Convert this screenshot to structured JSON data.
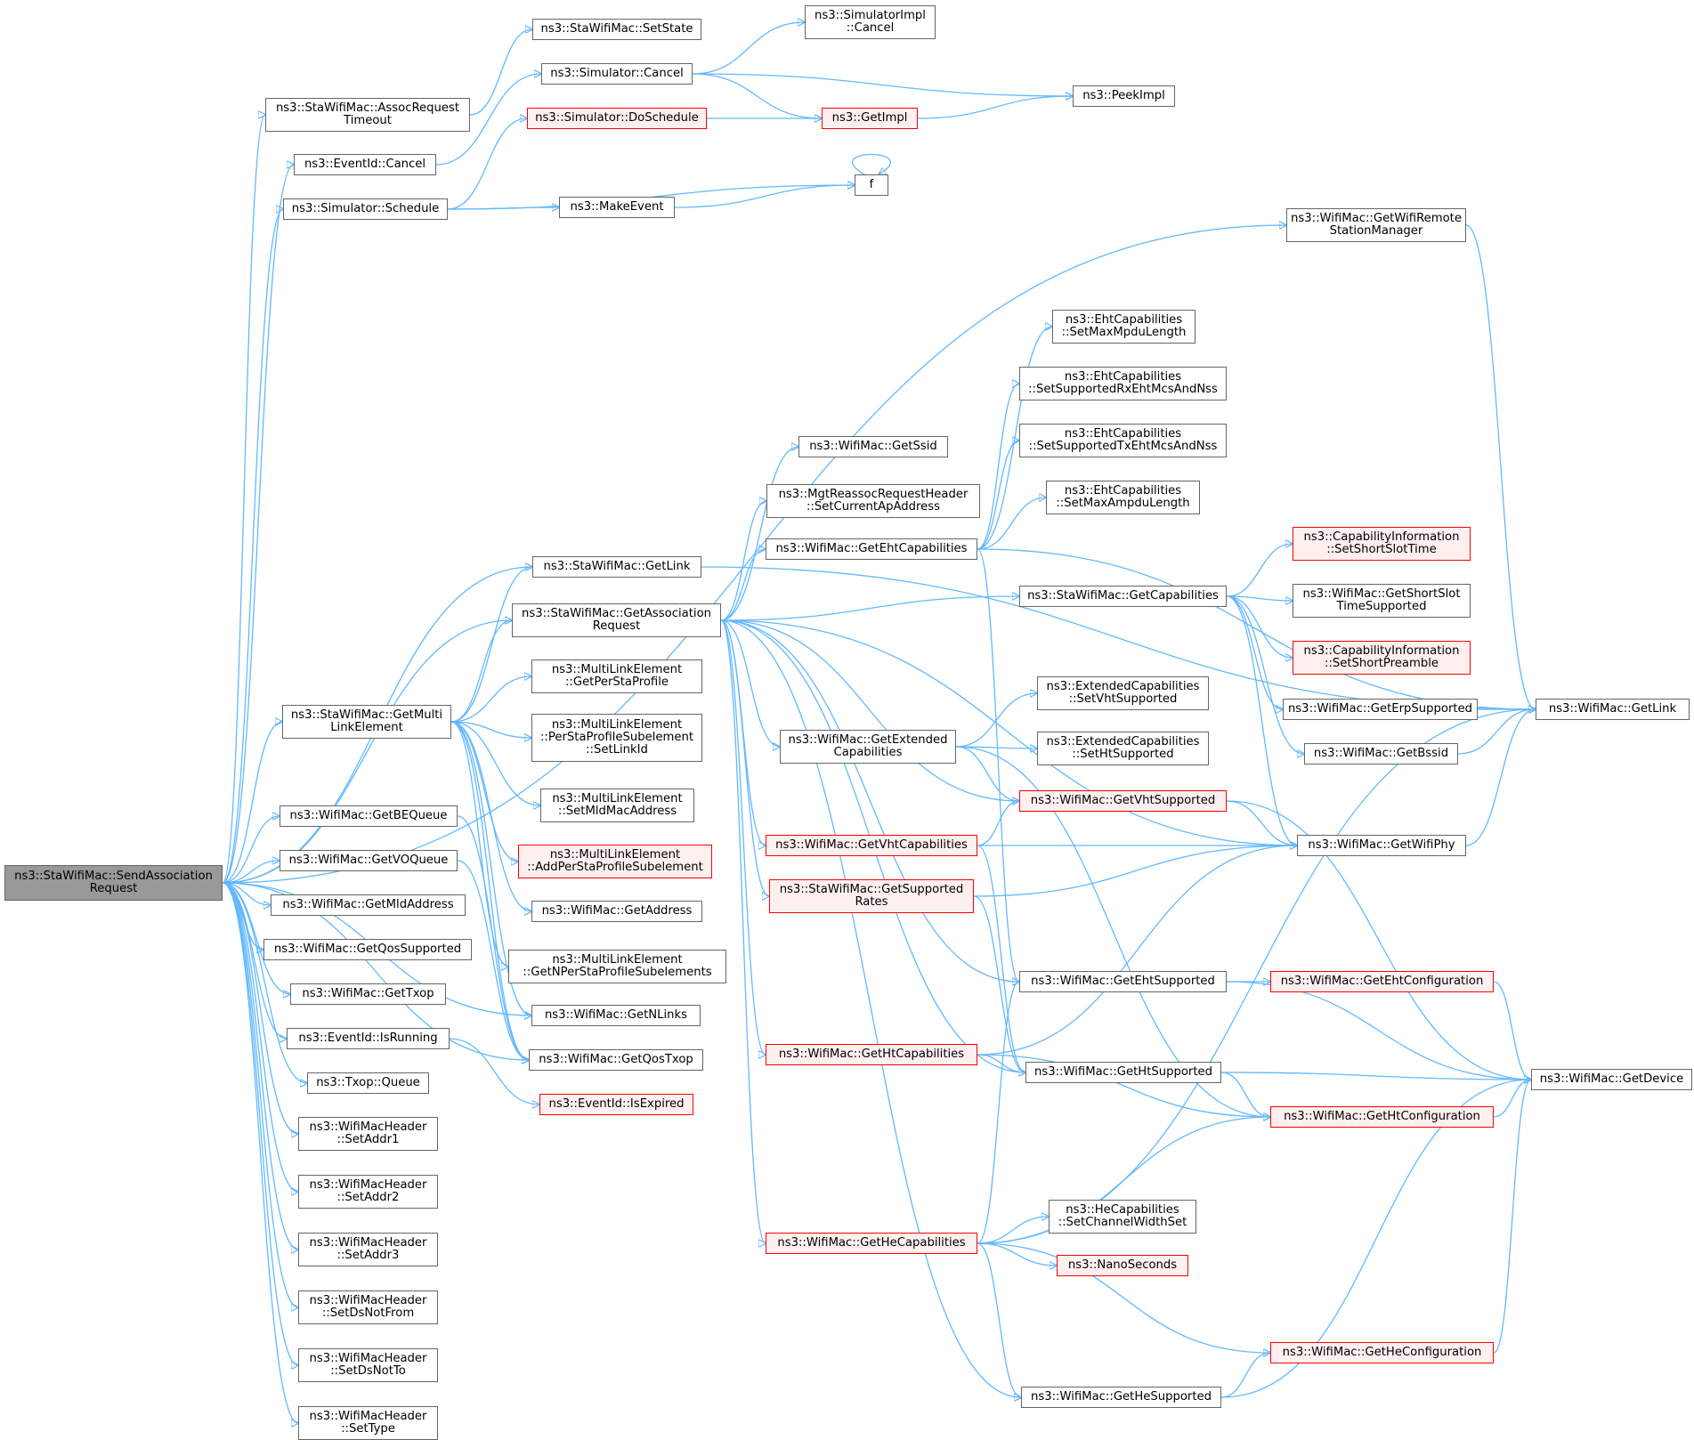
{
  "diagram": {
    "root": "n0",
    "nodes": [
      {
        "id": "n0",
        "lines": [
          "ns3::StaWifiMac::SendAssociation",
          "Request"
        ],
        "style": "root"
      },
      {
        "id": "n1",
        "lines": [
          "ns3::StaWifiMac::AssocRequest",
          "Timeout"
        ],
        "style": "normal"
      },
      {
        "id": "n2",
        "lines": [
          "ns3::EventId::Cancel"
        ],
        "style": "normal"
      },
      {
        "id": "n3",
        "lines": [
          "ns3::Simulator::Schedule"
        ],
        "style": "normal"
      },
      {
        "id": "n4",
        "lines": [
          "ns3::StaWifiMac::GetLink"
        ],
        "style": "normal"
      },
      {
        "id": "n5",
        "lines": [
          "ns3::StaWifiMac::GetAssociation",
          "Request"
        ],
        "style": "normal"
      },
      {
        "id": "n6",
        "lines": [
          "ns3::StaWifiMac::GetMulti",
          "LinkElement"
        ],
        "style": "normal"
      },
      {
        "id": "n7",
        "lines": [
          "ns3::WifiMac::GetBEQueue"
        ],
        "style": "normal"
      },
      {
        "id": "n8",
        "lines": [
          "ns3::WifiMac::GetVOQueue"
        ],
        "style": "normal"
      },
      {
        "id": "n9",
        "lines": [
          "ns3::WifiMac::GetMldAddress"
        ],
        "style": "normal"
      },
      {
        "id": "n10",
        "lines": [
          "ns3::WifiMac::GetQosSupported"
        ],
        "style": "normal"
      },
      {
        "id": "n11",
        "lines": [
          "ns3::WifiMac::GetTxop"
        ],
        "style": "normal"
      },
      {
        "id": "n12",
        "lines": [
          "ns3::EventId::IsRunning"
        ],
        "style": "normal"
      },
      {
        "id": "n13",
        "lines": [
          "ns3::Txop::Queue"
        ],
        "style": "normal"
      },
      {
        "id": "n14",
        "lines": [
          "ns3::WifiMacHeader",
          "::SetAddr1"
        ],
        "style": "normal"
      },
      {
        "id": "n15",
        "lines": [
          "ns3::WifiMacHeader",
          "::SetAddr2"
        ],
        "style": "normal"
      },
      {
        "id": "n16",
        "lines": [
          "ns3::WifiMacHeader",
          "::SetAddr3"
        ],
        "style": "normal"
      },
      {
        "id": "n17",
        "lines": [
          "ns3::WifiMacHeader",
          "::SetDsNotFrom"
        ],
        "style": "normal"
      },
      {
        "id": "n18",
        "lines": [
          "ns3::WifiMacHeader",
          "::SetDsNotTo"
        ],
        "style": "normal"
      },
      {
        "id": "n19",
        "lines": [
          "ns3::WifiMacHeader",
          "::SetType"
        ],
        "style": "normal"
      },
      {
        "id": "n20",
        "lines": [
          "ns3::StaWifiMac::SetState"
        ],
        "style": "normal"
      },
      {
        "id": "n21",
        "lines": [
          "ns3::Simulator::Cancel"
        ],
        "style": "normal"
      },
      {
        "id": "n22",
        "lines": [
          "ns3::Simulator::DoSchedule"
        ],
        "style": "red"
      },
      {
        "id": "n23",
        "lines": [
          "ns3::MakeEvent"
        ],
        "style": "normal"
      },
      {
        "id": "n24",
        "lines": [
          "ns3::SimulatorImpl",
          "::Cancel"
        ],
        "style": "normal"
      },
      {
        "id": "n25",
        "lines": [
          "ns3::GetImpl"
        ],
        "style": "red"
      },
      {
        "id": "n26",
        "lines": [
          "f"
        ],
        "style": "normal"
      },
      {
        "id": "n27",
        "lines": [
          "ns3::PeekImpl"
        ],
        "style": "normal"
      },
      {
        "id": "n28",
        "lines": [
          "ns3::WifiMac::GetWifiRemote",
          "StationManager"
        ],
        "style": "normal"
      },
      {
        "id": "n29",
        "lines": [
          "ns3::WifiMac::GetLink"
        ],
        "style": "normal"
      },
      {
        "id": "n30",
        "lines": [
          "ns3::WifiMac::GetSsid"
        ],
        "style": "normal"
      },
      {
        "id": "n31",
        "lines": [
          "ns3::MgtReassocRequestHeader",
          "::SetCurrentApAddress"
        ],
        "style": "normal"
      },
      {
        "id": "n32",
        "lines": [
          "ns3::WifiMac::GetEhtCapabilities"
        ],
        "style": "normal"
      },
      {
        "id": "n33",
        "lines": [
          "ns3::EhtCapabilities",
          "::SetMaxMpduLength"
        ],
        "style": "normal"
      },
      {
        "id": "n34",
        "lines": [
          "ns3::EhtCapabilities",
          "::SetSupportedRxEhtMcsAndNss"
        ],
        "style": "normal"
      },
      {
        "id": "n35",
        "lines": [
          "ns3::EhtCapabilities",
          "::SetSupportedTxEhtMcsAndNss"
        ],
        "style": "normal"
      },
      {
        "id": "n36",
        "lines": [
          "ns3::EhtCapabilities",
          "::SetMaxAmpduLength"
        ],
        "style": "normal"
      },
      {
        "id": "n37",
        "lines": [
          "ns3::StaWifiMac::GetCapabilities"
        ],
        "style": "normal"
      },
      {
        "id": "n38",
        "lines": [
          "ns3::CapabilityInformation",
          "::SetShortSlotTime"
        ],
        "style": "red"
      },
      {
        "id": "n39",
        "lines": [
          "ns3::WifiMac::GetShortSlot",
          "TimeSupported"
        ],
        "style": "normal"
      },
      {
        "id": "n40",
        "lines": [
          "ns3::CapabilityInformation",
          "::SetShortPreamble"
        ],
        "style": "red"
      },
      {
        "id": "n41",
        "lines": [
          "ns3::WifiMac::GetErpSupported"
        ],
        "style": "normal"
      },
      {
        "id": "n42",
        "lines": [
          "ns3::WifiMac::GetBssid"
        ],
        "style": "normal"
      },
      {
        "id": "n43",
        "lines": [
          "ns3::MultiLinkElement",
          "::GetPerStaProfile"
        ],
        "style": "normal"
      },
      {
        "id": "n44",
        "lines": [
          "ns3::MultiLinkElement",
          "::PerStaProfileSubelement",
          "::SetLinkId"
        ],
        "style": "normal"
      },
      {
        "id": "n45",
        "lines": [
          "ns3::MultiLinkElement",
          "::SetMldMacAddress"
        ],
        "style": "normal"
      },
      {
        "id": "n46",
        "lines": [
          "ns3::MultiLinkElement",
          "::AddPerStaProfileSubelement"
        ],
        "style": "red"
      },
      {
        "id": "n47",
        "lines": [
          "ns3::WifiMac::GetAddress"
        ],
        "style": "normal"
      },
      {
        "id": "n48",
        "lines": [
          "ns3::MultiLinkElement",
          "::GetNPerStaProfileSubelements"
        ],
        "style": "normal"
      },
      {
        "id": "n49",
        "lines": [
          "ns3::WifiMac::GetNLinks"
        ],
        "style": "normal"
      },
      {
        "id": "n50",
        "lines": [
          "ns3::WifiMac::GetQosTxop"
        ],
        "style": "normal"
      },
      {
        "id": "n51",
        "lines": [
          "ns3::EventId::IsExpired"
        ],
        "style": "red"
      },
      {
        "id": "n52",
        "lines": [
          "ns3::WifiMac::GetExtended",
          "Capabilities"
        ],
        "style": "normal"
      },
      {
        "id": "n53",
        "lines": [
          "ns3::ExtendedCapabilities",
          "::SetVhtSupported"
        ],
        "style": "normal"
      },
      {
        "id": "n54",
        "lines": [
          "ns3::ExtendedCapabilities",
          "::SetHtSupported"
        ],
        "style": "normal"
      },
      {
        "id": "n55",
        "lines": [
          "ns3::WifiMac::GetVhtSupported"
        ],
        "style": "red"
      },
      {
        "id": "n56",
        "lines": [
          "ns3::WifiMac::GetVhtCapabilities"
        ],
        "style": "red"
      },
      {
        "id": "n57",
        "lines": [
          "ns3::StaWifiMac::GetSupported",
          "Rates"
        ],
        "style": "red"
      },
      {
        "id": "n58",
        "lines": [
          "ns3::WifiMac::GetWifiPhy"
        ],
        "style": "normal"
      },
      {
        "id": "n59",
        "lines": [
          "ns3::WifiMac::GetEhtSupported"
        ],
        "style": "normal"
      },
      {
        "id": "n60",
        "lines": [
          "ns3::WifiMac::GetEhtConfiguration"
        ],
        "style": "red"
      },
      {
        "id": "n61",
        "lines": [
          "ns3::WifiMac::GetHtCapabilities"
        ],
        "style": "red"
      },
      {
        "id": "n62",
        "lines": [
          "ns3::WifiMac::GetHtSupported"
        ],
        "style": "normal"
      },
      {
        "id": "n63",
        "lines": [
          "ns3::WifiMac::GetDevice"
        ],
        "style": "normal"
      },
      {
        "id": "n64",
        "lines": [
          "ns3::WifiMac::GetHtConfiguration"
        ],
        "style": "red"
      },
      {
        "id": "n65",
        "lines": [
          "ns3::WifiMac::GetHeCapabilities"
        ],
        "style": "red"
      },
      {
        "id": "n66",
        "lines": [
          "ns3::HeCapabilities",
          "::SetChannelWidthSet"
        ],
        "style": "normal"
      },
      {
        "id": "n67",
        "lines": [
          "ns3::NanoSeconds"
        ],
        "style": "red"
      },
      {
        "id": "n68",
        "lines": [
          "ns3::WifiMac::GetHeConfiguration"
        ],
        "style": "red"
      },
      {
        "id": "n69",
        "lines": [
          "ns3::WifiMac::GetHeSupported"
        ],
        "style": "normal"
      }
    ],
    "edges": [
      [
        "n0",
        "n1"
      ],
      [
        "n0",
        "n2"
      ],
      [
        "n0",
        "n3"
      ],
      [
        "n0",
        "n4"
      ],
      [
        "n0",
        "n5"
      ],
      [
        "n0",
        "n6"
      ],
      [
        "n0",
        "n7"
      ],
      [
        "n0",
        "n8"
      ],
      [
        "n0",
        "n9"
      ],
      [
        "n0",
        "n10"
      ],
      [
        "n0",
        "n11"
      ],
      [
        "n0",
        "n12"
      ],
      [
        "n0",
        "n13"
      ],
      [
        "n0",
        "n14"
      ],
      [
        "n0",
        "n15"
      ],
      [
        "n0",
        "n16"
      ],
      [
        "n0",
        "n17"
      ],
      [
        "n0",
        "n18"
      ],
      [
        "n0",
        "n19"
      ],
      [
        "n0",
        "n28"
      ],
      [
        "n0",
        "n49"
      ],
      [
        "n0",
        "n50"
      ],
      [
        "n1",
        "n20"
      ],
      [
        "n2",
        "n21"
      ],
      [
        "n3",
        "n22"
      ],
      [
        "n3",
        "n23"
      ],
      [
        "n3",
        "n26"
      ],
      [
        "n21",
        "n24"
      ],
      [
        "n21",
        "n25"
      ],
      [
        "n21",
        "n27"
      ],
      [
        "n22",
        "n25"
      ],
      [
        "n25",
        "n27"
      ],
      [
        "n23",
        "n26"
      ],
      [
        "n26",
        "n26"
      ],
      [
        "n28",
        "n29"
      ],
      [
        "n4",
        "n29"
      ],
      [
        "n5",
        "n30"
      ],
      [
        "n5",
        "n31"
      ],
      [
        "n5",
        "n32"
      ],
      [
        "n5",
        "n37"
      ],
      [
        "n5",
        "n52"
      ],
      [
        "n5",
        "n55"
      ],
      [
        "n5",
        "n56"
      ],
      [
        "n5",
        "n57"
      ],
      [
        "n5",
        "n58"
      ],
      [
        "n5",
        "n59"
      ],
      [
        "n5",
        "n61"
      ],
      [
        "n5",
        "n62"
      ],
      [
        "n5",
        "n65"
      ],
      [
        "n5",
        "n69"
      ],
      [
        "n32",
        "n33"
      ],
      [
        "n32",
        "n34"
      ],
      [
        "n32",
        "n35"
      ],
      [
        "n32",
        "n36"
      ],
      [
        "n32",
        "n29"
      ],
      [
        "n32",
        "n59"
      ],
      [
        "n37",
        "n38"
      ],
      [
        "n37",
        "n39"
      ],
      [
        "n37",
        "n40"
      ],
      [
        "n37",
        "n41"
      ],
      [
        "n37",
        "n42"
      ],
      [
        "n37",
        "n58"
      ],
      [
        "n41",
        "n29"
      ],
      [
        "n42",
        "n29"
      ],
      [
        "n58",
        "n29"
      ],
      [
        "n6",
        "n4"
      ],
      [
        "n6",
        "n5"
      ],
      [
        "n6",
        "n43"
      ],
      [
        "n6",
        "n44"
      ],
      [
        "n6",
        "n45"
      ],
      [
        "n6",
        "n46"
      ],
      [
        "n6",
        "n47"
      ],
      [
        "n6",
        "n48"
      ],
      [
        "n6",
        "n49"
      ],
      [
        "n6",
        "n50"
      ],
      [
        "n7",
        "n50"
      ],
      [
        "n8",
        "n50"
      ],
      [
        "n12",
        "n51"
      ],
      [
        "n52",
        "n53"
      ],
      [
        "n52",
        "n54"
      ],
      [
        "n52",
        "n55"
      ],
      [
        "n52",
        "n64"
      ],
      [
        "n55",
        "n58"
      ],
      [
        "n55",
        "n63"
      ],
      [
        "n56",
        "n55"
      ],
      [
        "n56",
        "n58"
      ],
      [
        "n56",
        "n62"
      ],
      [
        "n57",
        "n58"
      ],
      [
        "n57",
        "n62"
      ],
      [
        "n59",
        "n60"
      ],
      [
        "n59",
        "n63"
      ],
      [
        "n60",
        "n63"
      ],
      [
        "n61",
        "n58"
      ],
      [
        "n61",
        "n62"
      ],
      [
        "n61",
        "n64"
      ],
      [
        "n62",
        "n63"
      ],
      [
        "n62",
        "n64"
      ],
      [
        "n64",
        "n63"
      ],
      [
        "n65",
        "n29"
      ],
      [
        "n65",
        "n59"
      ],
      [
        "n65",
        "n66"
      ],
      [
        "n65",
        "n67"
      ],
      [
        "n65",
        "n68"
      ],
      [
        "n65",
        "n69"
      ],
      [
        "n65",
        "n64"
      ],
      [
        "n68",
        "n63"
      ],
      [
        "n69",
        "n68"
      ],
      [
        "n69",
        "n63"
      ]
    ]
  }
}
